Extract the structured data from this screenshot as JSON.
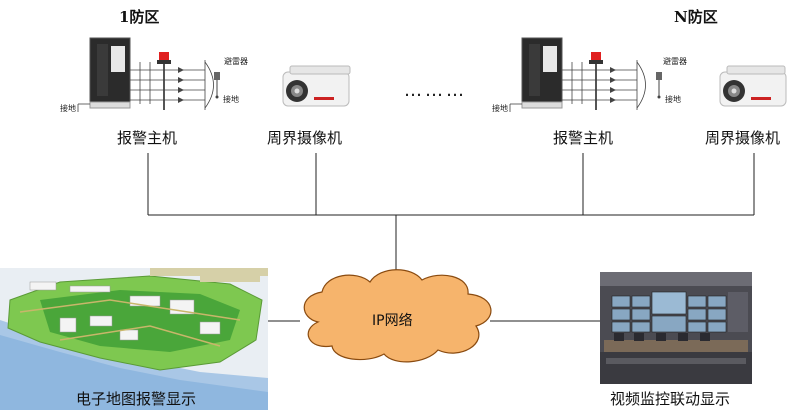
{
  "zones": [
    {
      "title": "1防区",
      "labels": {
        "lightning_arrester": "避雷器",
        "ground_left": "接地",
        "ground_right": "接地"
      },
      "alarm_host": "报警主机",
      "camera": "周界摄像机"
    },
    {
      "title": "N防区",
      "labels": {
        "lightning_arrester": "避雷器",
        "ground_left": "接地",
        "ground_right": "接地"
      },
      "alarm_host": "报警主机",
      "camera": "周界摄像机"
    }
  ],
  "ellipsis": "………",
  "network": {
    "label": "IP网络"
  },
  "displays": {
    "map_caption": "电子地图报警显示",
    "video_caption": "视频监控联动显示"
  },
  "colors": {
    "line": "#222222",
    "cloud_fill": "#f6b46c",
    "cloud_stroke": "#8a4b10",
    "beacon": "#e02020",
    "panel": "#2b2b2b"
  }
}
